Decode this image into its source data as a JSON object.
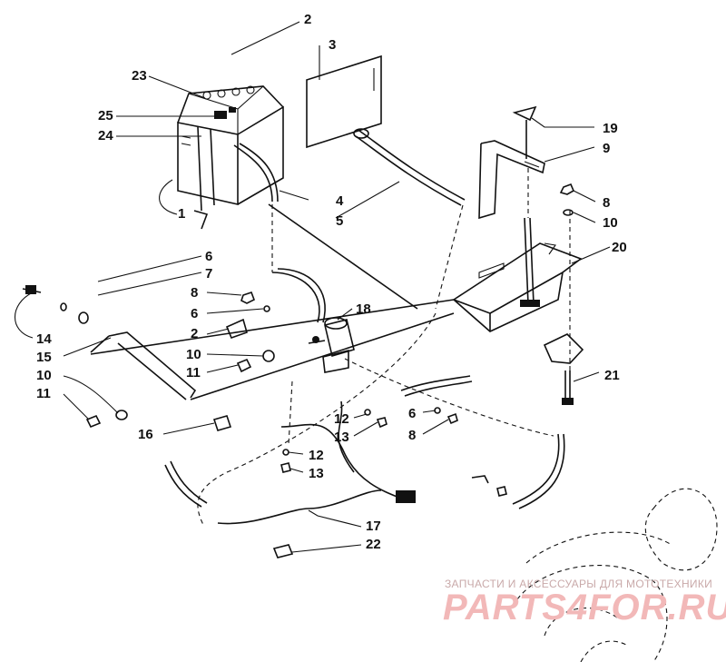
{
  "diagram": {
    "callouts": [
      "1",
      "2",
      "3",
      "4",
      "5",
      "6",
      "7",
      "8",
      "9",
      "10",
      "11",
      "12",
      "13",
      "14",
      "15",
      "16",
      "17",
      "18",
      "19",
      "20",
      "21",
      "22",
      "23",
      "24",
      "25"
    ],
    "parts": [
      {
        "id": "battery",
        "icon": "battery-icon"
      },
      {
        "id": "battery-cover",
        "icon": "cover-plate-icon"
      },
      {
        "id": "battery-bracket",
        "icon": "bracket-icon"
      },
      {
        "id": "battery-tray",
        "icon": "tray-icon"
      },
      {
        "id": "starter-solenoid",
        "icon": "solenoid-icon"
      },
      {
        "id": "cables",
        "icon": "cable-icon"
      },
      {
        "id": "hold-down-rod",
        "icon": "rod-icon"
      },
      {
        "id": "engine-flywheel",
        "icon": "flywheel-icon"
      }
    ]
  },
  "watermark": {
    "top_text": "ЗАПЧАСТИ И АКСЕССУАРЫ ДЛЯ МОТОТЕХНИКИ",
    "brand": "PARTS4FOR.RU",
    "color": "#f2b8b8"
  }
}
